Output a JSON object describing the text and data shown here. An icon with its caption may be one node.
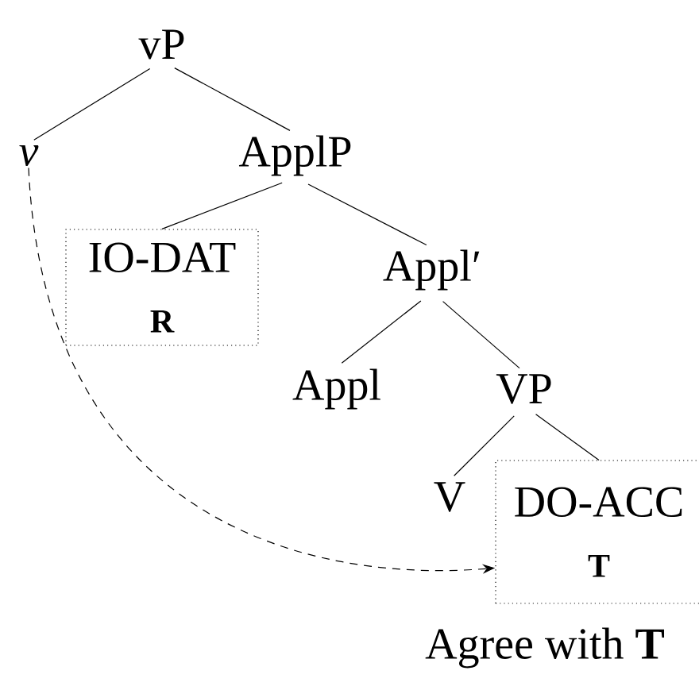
{
  "diagram": {
    "nodes": [
      {
        "text": [
          "vP"
        ]
      },
      {
        "text": [
          "v"
        ]
      },
      {
        "text": [
          "ApplP"
        ]
      },
      {
        "text": [
          "IO-DAT",
          "R"
        ]
      },
      {
        "text": [
          "Appl′"
        ]
      },
      {
        "text": [
          "Appl"
        ]
      },
      {
        "text": [
          "VP"
        ]
      },
      {
        "text": [
          "V"
        ]
      },
      {
        "text": [
          "DO-ACC",
          "T"
        ]
      }
    ],
    "edges": [
      {
        "from": 0,
        "to": 1,
        "arrow": "none"
      },
      {
        "from": 0,
        "to": 2,
        "arrow": "none"
      },
      {
        "from": 2,
        "to": 3,
        "arrow": "none"
      },
      {
        "from": 2,
        "to": 4,
        "arrow": "none"
      },
      {
        "from": 4,
        "to": 5,
        "arrow": "none"
      },
      {
        "from": 4,
        "to": 6,
        "arrow": "none"
      },
      {
        "from": 6,
        "to": 7,
        "arrow": "none"
      },
      {
        "from": 6,
        "to": 8,
        "arrow": "none"
      },
      {
        "from": 1,
        "to": 8,
        "arrow": "to",
        "style": "dashed"
      }
    ],
    "labels": [
      "Agree with **T**"
    ]
  }
}
